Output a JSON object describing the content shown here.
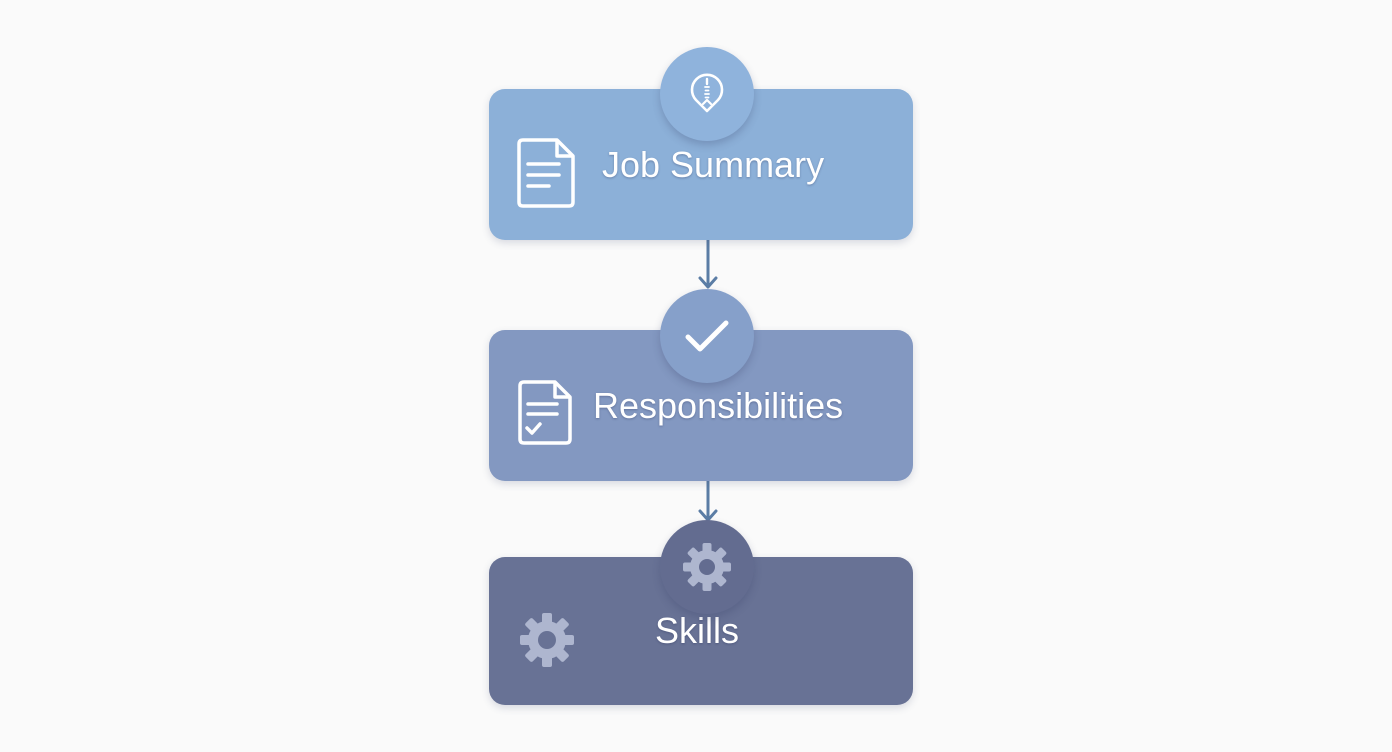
{
  "steps": [
    {
      "label": "Job Summary",
      "icon": "document-icon",
      "badge_icon": "compass-icon",
      "color": "#8cb0d8"
    },
    {
      "label": "Responsibilities",
      "icon": "checklist-document-icon",
      "badge_icon": "checkmark-icon",
      "color": "#8398c1"
    },
    {
      "label": "Skills",
      "icon": "gear-icon",
      "badge_icon": "gear-icon",
      "color": "#687295"
    }
  ],
  "connector_color": "#5b7da5"
}
